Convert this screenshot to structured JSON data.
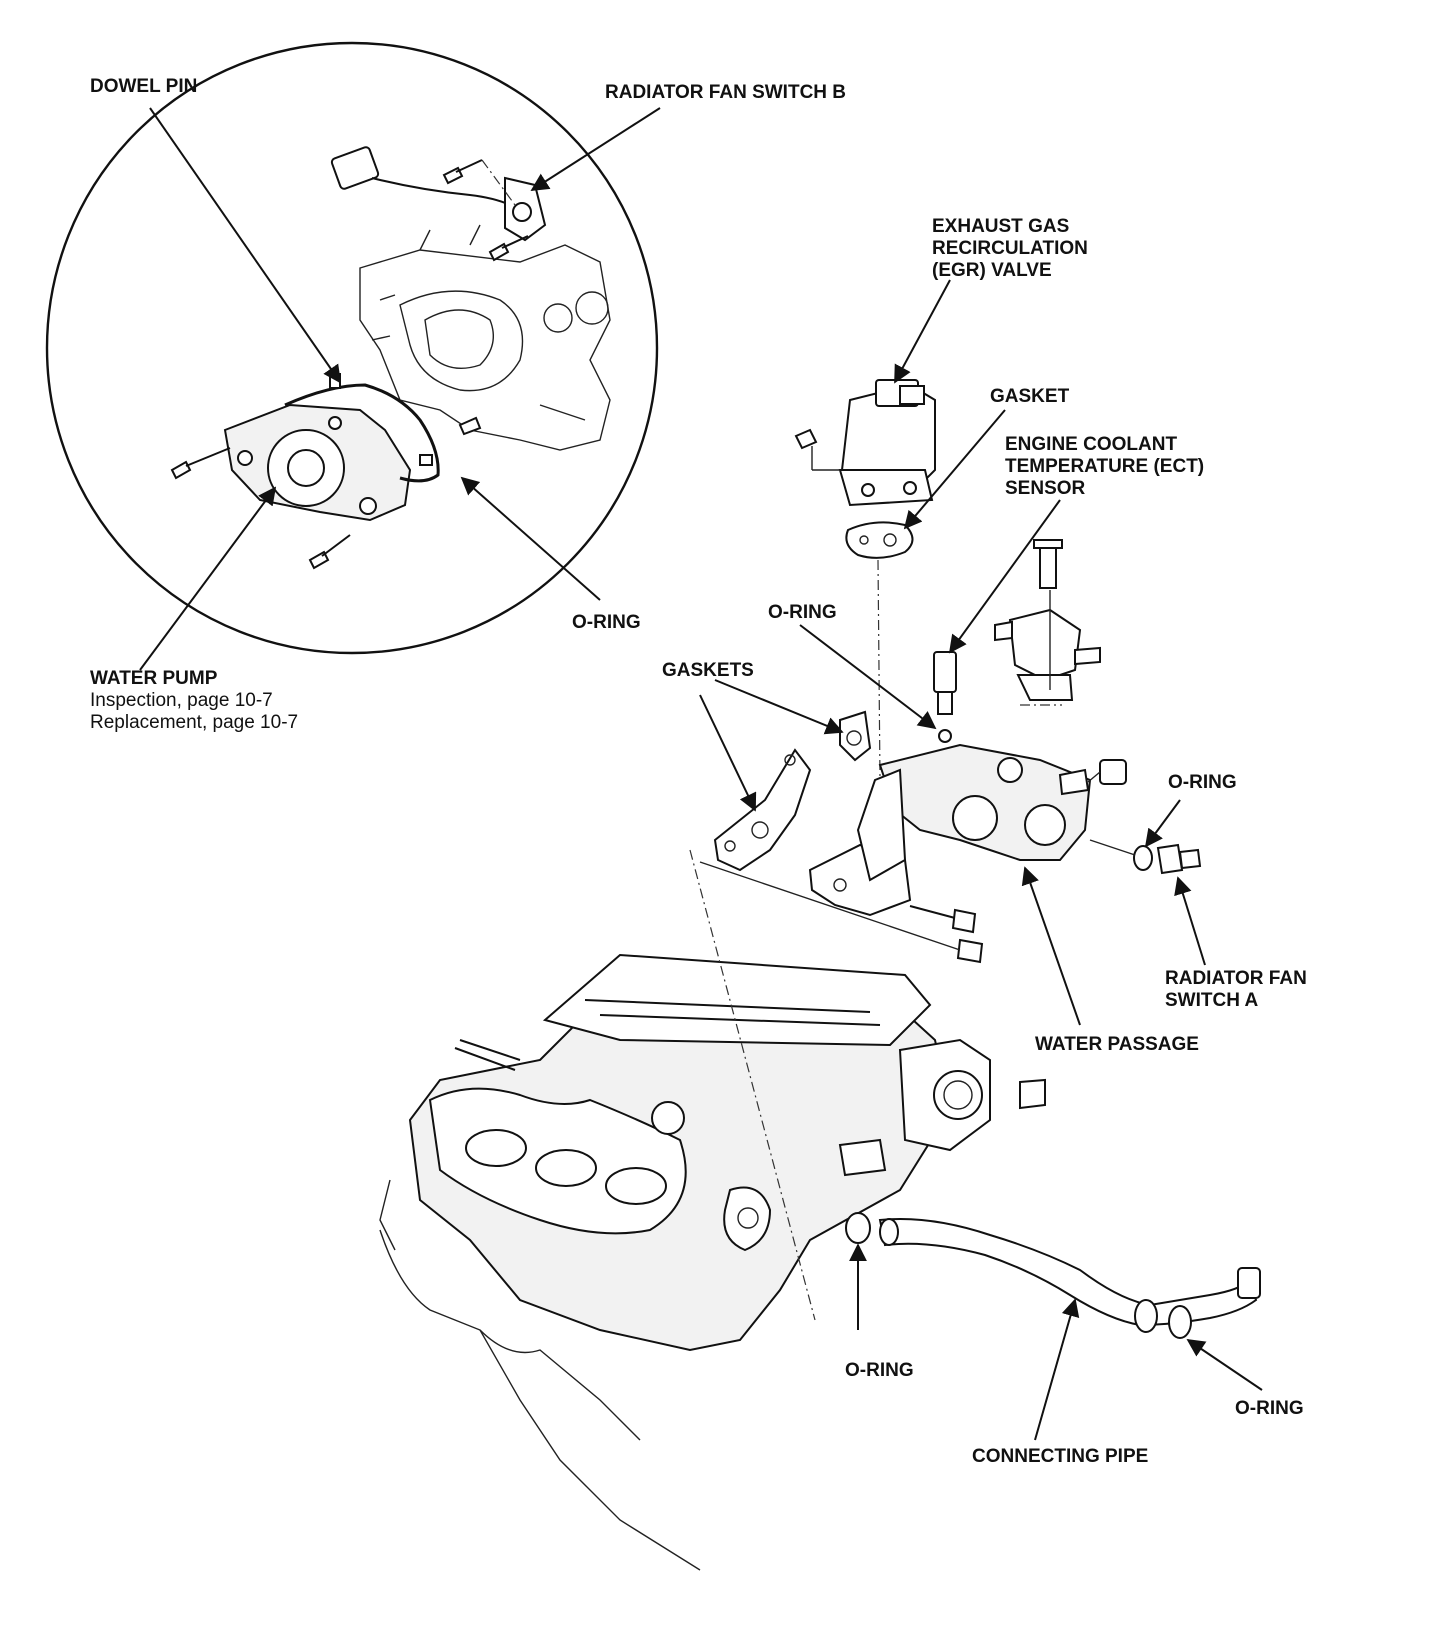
{
  "labels": {
    "dowel_pin": "DOWEL PIN",
    "radiator_fan_switch_b": "RADIATOR FAN SWITCH B",
    "egr_valve_line1": "EXHAUST GAS",
    "egr_valve_line2": "RECIRCULATION",
    "egr_valve_line3": "(EGR) VALVE",
    "gasket": "GASKET",
    "ect_sensor_line1": "ENGINE COOLANT",
    "ect_sensor_line2": "TEMPERATURE (ECT)",
    "ect_sensor_line3": "SENSOR",
    "o_ring_pump": "O-RING",
    "o_ring_ect": "O-RING",
    "gaskets": "GASKETS",
    "water_pump": "WATER PUMP",
    "water_pump_inspection": "Inspection, page 10-7",
    "water_pump_replacement": "Replacement, page 10-7",
    "o_ring_fan_switch": "O-RING",
    "radiator_fan_switch_a_line1": "RADIATOR FAN",
    "radiator_fan_switch_a_line2": "SWITCH A",
    "water_passage": "WATER PASSAGE",
    "o_ring_pipe_front": "O-RING",
    "o_ring_pipe_rear": "O-RING",
    "connecting_pipe": "CONNECTING PIPE"
  }
}
